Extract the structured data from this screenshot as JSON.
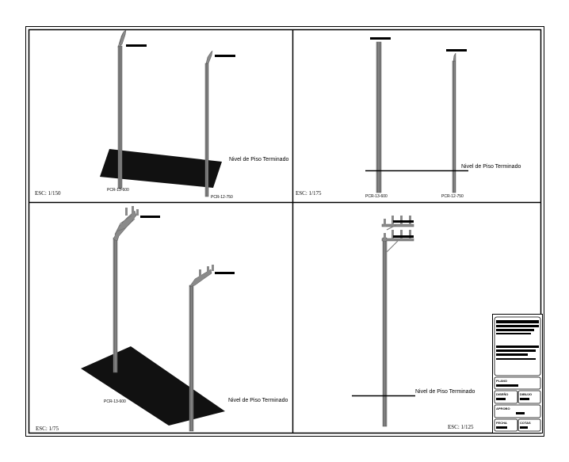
{
  "panels": {
    "top_left": {
      "scale": "ESC: 1/150",
      "level": "Nivel de Piso Terminado",
      "pole_a": "PCR-13-600",
      "pole_b": "PCR-12-750"
    },
    "top_right": {
      "scale": "ESC: 1/175",
      "level": "Nivel de Piso Terminado",
      "pole_a": "PCR-13-600",
      "pole_b": "PCR-12-750"
    },
    "bottom_left": {
      "scale": "ESC: 1/75",
      "level": "Nivel de Piso Terminado",
      "pole_a": "PCR-13-600"
    },
    "bottom_right": {
      "scale": "ESC: 1/125",
      "level": "Nivel de Piso Terminado"
    }
  },
  "title_block": {
    "plano": "PLANO",
    "dibujo": "DISEÑO",
    "dibujo2": "DIBUJO",
    "aprobo": "APROBO",
    "fecha": "FECHA",
    "cotas": "COTAS"
  },
  "colors": {
    "ink": "#000000",
    "pole": "#8a8a8a",
    "pole_edge": "#555555",
    "slab": "#111111"
  }
}
